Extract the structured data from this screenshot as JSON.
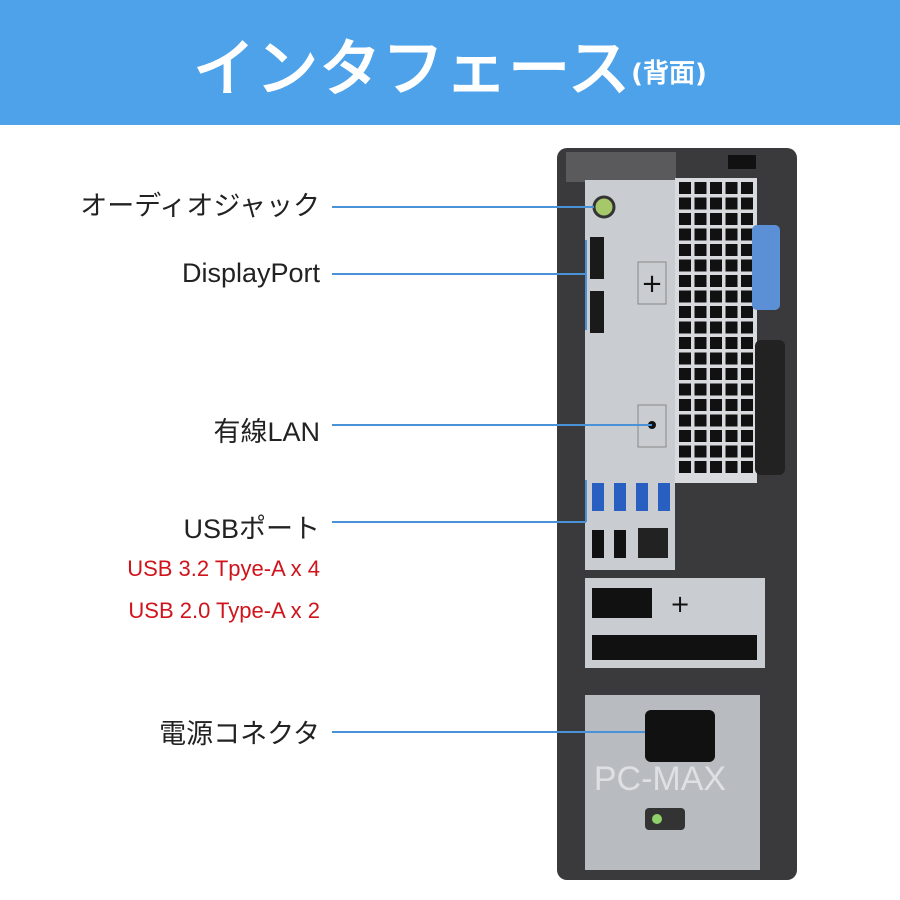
{
  "header": {
    "title": "インタフェース",
    "subtitle": "(背面)",
    "background": "#4da2ea"
  },
  "callouts": [
    {
      "label": "オーディオジャック"
    },
    {
      "label": "DisplayPort"
    },
    {
      "label": "有線LAN"
    },
    {
      "label": "USBポート"
    },
    {
      "label": "電源コネクタ"
    }
  ],
  "usb_details": [
    "USB 3.2 Tpye-A  x 4",
    "USB 2.0 Type-A  x 2"
  ],
  "watermark": "PC-MAX",
  "colors": {
    "callout_line": "#4a92d8",
    "detail_text": "#d0141c",
    "release_latch": "#5b8fd6"
  }
}
